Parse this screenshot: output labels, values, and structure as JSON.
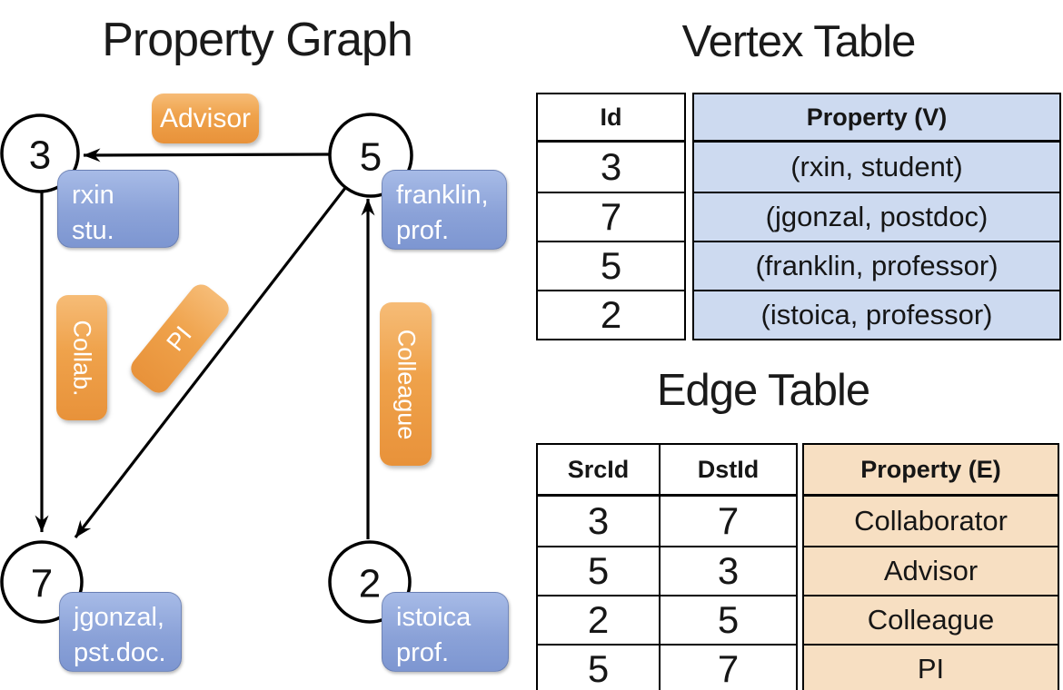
{
  "graph": {
    "title": "Property Graph",
    "nodes": [
      {
        "id": "3",
        "label_lines": [
          "rxin",
          "stu."
        ]
      },
      {
        "id": "5",
        "label_lines": [
          "franklin,",
          "prof."
        ]
      },
      {
        "id": "7",
        "label_lines": [
          "jgonzal,",
          "pst.doc."
        ]
      },
      {
        "id": "2",
        "label_lines": [
          "istoica",
          "prof."
        ]
      }
    ],
    "edge_labels": {
      "advisor": "Advisor",
      "collab": "Collab.",
      "pi": "PI",
      "colleague": "Colleague"
    }
  },
  "vertex_table": {
    "title": "Vertex Table",
    "columns": {
      "id": "Id",
      "property": "Property (V)"
    },
    "rows": [
      {
        "id": "3",
        "property": "(rxin, student)"
      },
      {
        "id": "7",
        "property": "(jgonzal, postdoc)"
      },
      {
        "id": "5",
        "property": "(franklin, professor)"
      },
      {
        "id": "2",
        "property": "(istoica, professor)"
      }
    ]
  },
  "edge_table": {
    "title": "Edge Table",
    "columns": {
      "src": "SrcId",
      "dst": "DstId",
      "property": "Property (E)"
    },
    "rows": [
      {
        "src": "3",
        "dst": "7",
        "property": "Collaborator"
      },
      {
        "src": "5",
        "dst": "3",
        "property": "Advisor"
      },
      {
        "src": "2",
        "dst": "5",
        "property": "Colleague"
      },
      {
        "src": "5",
        "dst": "7",
        "property": "PI"
      }
    ]
  },
  "colors": {
    "edge_label_orange": "#EFA24B",
    "node_property_blue": "#8BA2D8",
    "vertex_property_bg": "#CDDAF0",
    "edge_property_bg": "#F7DFC2",
    "line_black": "#000000"
  }
}
